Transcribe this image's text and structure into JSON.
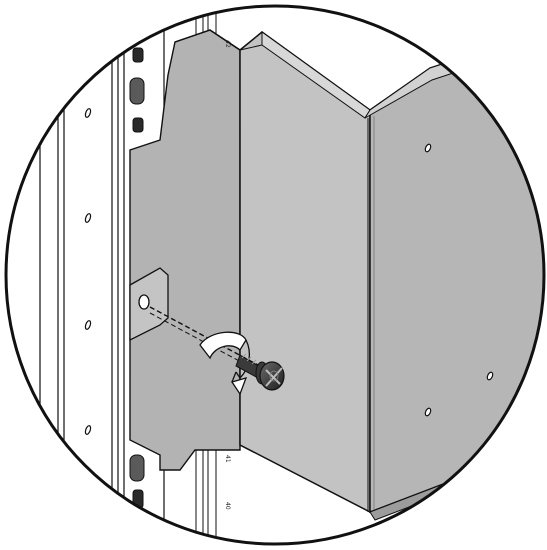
{
  "figure": {
    "rail_markings": [
      {
        "text": "42"
      },
      {
        "text": "41"
      },
      {
        "text": "40"
      }
    ],
    "rotation_direction": "clockwise",
    "colors": {
      "panel_light": "#cdcdcd",
      "panel_mid": "#b8b8b8",
      "panel_dark": "#a5a5a5",
      "screw": "#2b2b2b",
      "outline": "#111111"
    },
    "icons": [
      "screw-icon",
      "rotation-arrow-icon",
      "insertion-arrow-icon"
    ]
  }
}
